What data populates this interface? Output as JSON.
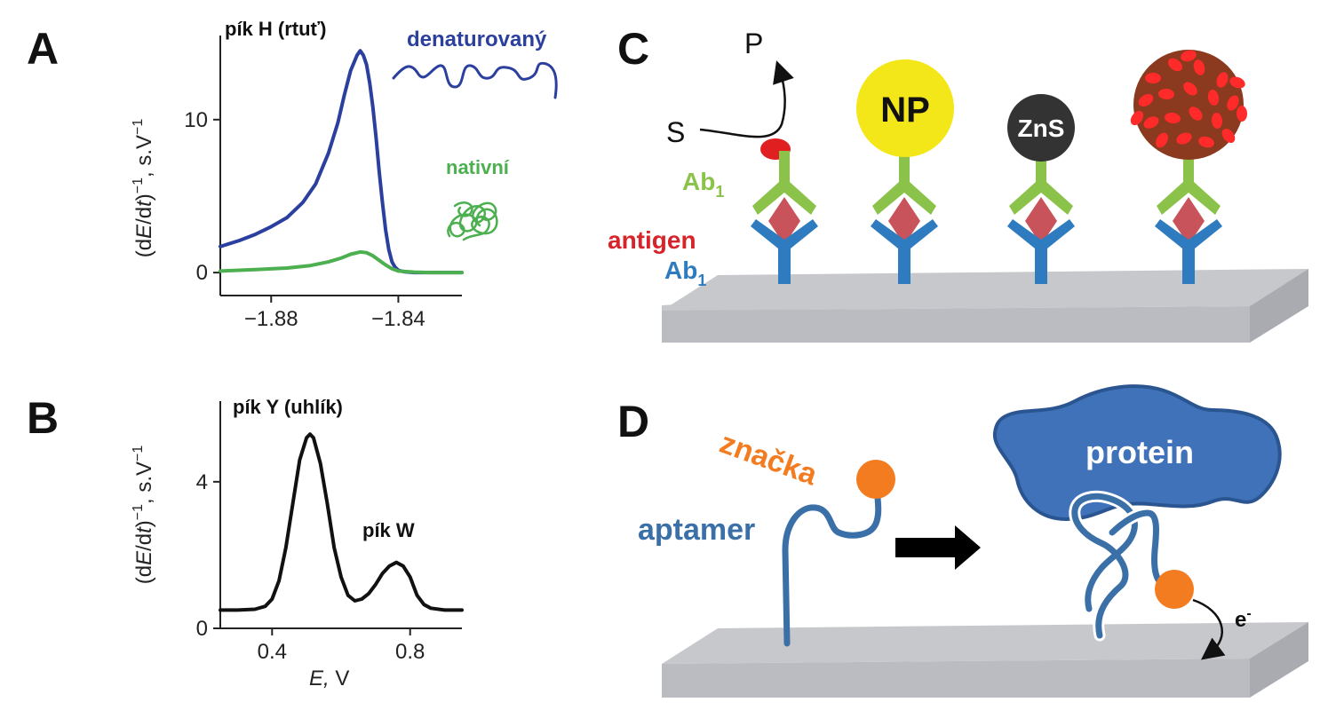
{
  "panels": {
    "A": "A",
    "B": "B",
    "C": "C",
    "D": "D"
  },
  "colors": {
    "blue_curve": "#2b3f9e",
    "green_curve": "#4caf50",
    "black_curve": "#111111",
    "ab_green": "#8bc34a",
    "ab_blue": "#2e7bbf",
    "antigen": "#c8535a",
    "np_yellow": "#f3e71a",
    "zns_dark": "#333333",
    "surface": "#c6c8cc",
    "protein": "#3f72b8",
    "label_orange": "#f47c20",
    "aptamer_blue": "#3a6fa8"
  },
  "chart_data": [
    {
      "type": "line",
      "panel": "A",
      "title": "pík H (rtuť)",
      "ylabel_parts": {
        "open": "(d",
        "E": "E",
        "slash": "/d",
        "t": "t",
        "close": ")",
        "exp": "−1",
        "unit": ", s.V",
        "unit_exp": "−1"
      },
      "xlim": [
        -1.896,
        -1.82
      ],
      "ylim": [
        -1.5,
        15.5
      ],
      "xticks": [
        -1.88,
        -1.84
      ],
      "xtick_labels": [
        "−1.88",
        "−1.84"
      ],
      "yticks": [
        0,
        10
      ],
      "ytick_labels": [
        "0",
        "10"
      ],
      "series": [
        {
          "name": "denaturovaný",
          "color": "#2b3f9e",
          "x": [
            -1.896,
            -1.89,
            -1.885,
            -1.88,
            -1.875,
            -1.87,
            -1.866,
            -1.862,
            -1.859,
            -1.857,
            -1.855,
            -1.853,
            -1.852,
            -1.851,
            -1.85,
            -1.849,
            -1.848,
            -1.847,
            -1.846,
            -1.845,
            -1.844,
            -1.843,
            -1.842,
            -1.841,
            -1.84,
            -1.838,
            -1.835,
            -1.83,
            -1.825,
            -1.82
          ],
          "y": [
            1.7,
            2.1,
            2.5,
            3.0,
            3.6,
            4.6,
            5.8,
            7.8,
            9.8,
            11.6,
            13.2,
            14.2,
            14.5,
            14.2,
            13.6,
            12.4,
            10.8,
            8.8,
            6.6,
            4.6,
            2.8,
            1.5,
            0.7,
            0.35,
            0.15,
            0.05,
            0.0,
            0.0,
            0.0,
            0.0
          ]
        },
        {
          "name": "nativní",
          "color": "#4caf50",
          "x": [
            -1.896,
            -1.885,
            -1.875,
            -1.868,
            -1.862,
            -1.858,
            -1.855,
            -1.852,
            -1.85,
            -1.848,
            -1.846,
            -1.844,
            -1.842,
            -1.84,
            -1.835,
            -1.83,
            -1.825,
            -1.82
          ],
          "y": [
            0.1,
            0.2,
            0.3,
            0.45,
            0.7,
            0.95,
            1.2,
            1.35,
            1.3,
            1.1,
            0.8,
            0.5,
            0.25,
            0.1,
            0.03,
            0.0,
            0.0,
            0.0
          ]
        }
      ]
    },
    {
      "type": "line",
      "panel": "B",
      "title": "",
      "peak_labels": [
        "pík Y (uhlík)",
        "pík W"
      ],
      "xlabel_parts": {
        "E": "E,",
        "unit": " V"
      },
      "ylabel_parts": {
        "open": "(d",
        "E": "E",
        "slash": "/d",
        "t": "t",
        "close": ")",
        "exp": "−1",
        "unit": ", s.V",
        "unit_exp": "−1"
      },
      "xlim": [
        0.25,
        0.95
      ],
      "ylim": [
        0,
        6.2
      ],
      "xticks": [
        0.4,
        0.8
      ],
      "xtick_labels": [
        "0.4",
        "0.8"
      ],
      "yticks": [
        0,
        4
      ],
      "ytick_labels": [
        "0",
        "4"
      ],
      "series": [
        {
          "name": "",
          "color": "#111111",
          "x": [
            0.25,
            0.3,
            0.35,
            0.38,
            0.4,
            0.42,
            0.44,
            0.46,
            0.48,
            0.5,
            0.51,
            0.52,
            0.54,
            0.56,
            0.58,
            0.6,
            0.62,
            0.64,
            0.66,
            0.68,
            0.7,
            0.72,
            0.74,
            0.76,
            0.78,
            0.8,
            0.82,
            0.84,
            0.86,
            0.9,
            0.95
          ],
          "y": [
            0.5,
            0.5,
            0.52,
            0.6,
            0.8,
            1.3,
            2.2,
            3.4,
            4.6,
            5.2,
            5.3,
            5.2,
            4.5,
            3.4,
            2.2,
            1.4,
            0.9,
            0.75,
            0.8,
            0.95,
            1.2,
            1.5,
            1.7,
            1.8,
            1.7,
            1.4,
            0.9,
            0.65,
            0.55,
            0.5,
            0.5
          ]
        }
      ]
    }
  ],
  "panel_a_legend": {
    "denatured": "denaturovaný",
    "native": "nativní"
  },
  "panel_c": {
    "S": "S",
    "P": "P",
    "ab1_top": "Ab",
    "ab1_top_sub": "1",
    "antigen": "antigen",
    "ab1_bottom": "Ab",
    "ab1_bottom_sub": "1",
    "np": "NP",
    "zns": "ZnS"
  },
  "panel_d": {
    "label": "značka",
    "aptamer": "aptamer",
    "protein": "protein",
    "electron": "e",
    "electron_sup": "-"
  }
}
